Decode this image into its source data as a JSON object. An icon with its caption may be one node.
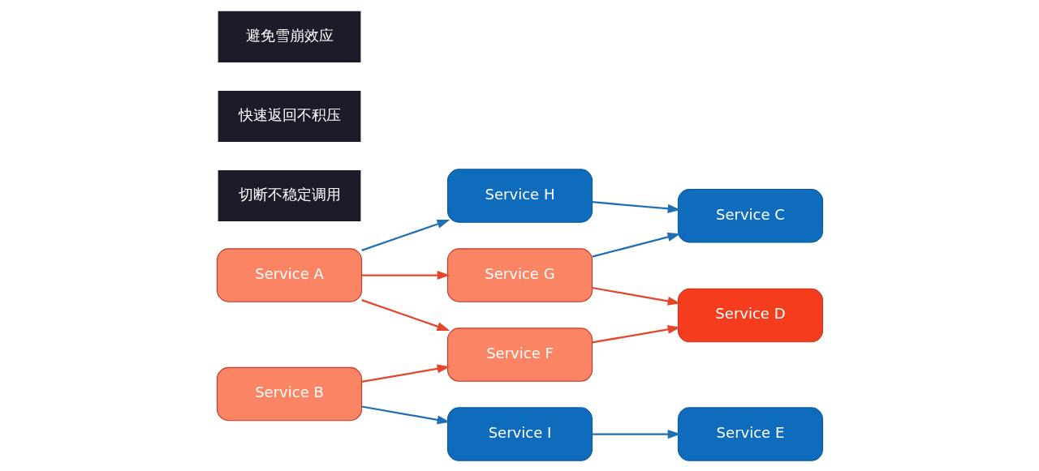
{
  "diagram": {
    "nodes": [
      {
        "text": [
          "Service A"
        ]
      },
      {
        "text": [
          "Service B"
        ]
      },
      {
        "text": [
          "Service H"
        ]
      },
      {
        "text": [
          "Service G"
        ]
      },
      {
        "text": [
          "Service F"
        ]
      },
      {
        "text": [
          "Service I"
        ]
      },
      {
        "text": [
          "Service C"
        ]
      },
      {
        "text": [
          "Service D"
        ]
      },
      {
        "text": [
          "Service E"
        ]
      },
      {
        "text": [
          "切断不稳定调用"
        ]
      },
      {
        "text": [
          "快速返回不积压"
        ]
      },
      {
        "text": [
          "避免雪崩效应"
        ]
      }
    ],
    "edges": [
      {
        "from": 0,
        "to": 2,
        "arrow": "to",
        "color": "#1f6fb5"
      },
      {
        "from": 0,
        "to": 3,
        "arrow": "to",
        "color": "#e2472b"
      },
      {
        "from": 0,
        "to": 4,
        "arrow": "to",
        "color": "#e2472b"
      },
      {
        "from": 1,
        "to": 4,
        "arrow": "to",
        "color": "#e2472b"
      },
      {
        "from": 1,
        "to": 5,
        "arrow": "to",
        "color": "#1f6fb5"
      },
      {
        "from": 2,
        "to": 6,
        "arrow": "to",
        "color": "#1f6fb5"
      },
      {
        "from": 3,
        "to": 6,
        "arrow": "to",
        "color": "#1f6fb5"
      },
      {
        "from": 3,
        "to": 7,
        "arrow": "to",
        "color": "#e2472b"
      },
      {
        "from": 4,
        "to": 7,
        "arrow": "to",
        "color": "#e2472b"
      },
      {
        "from": 5,
        "to": 8,
        "arrow": "to",
        "color": "#1f6fb5"
      }
    ]
  }
}
